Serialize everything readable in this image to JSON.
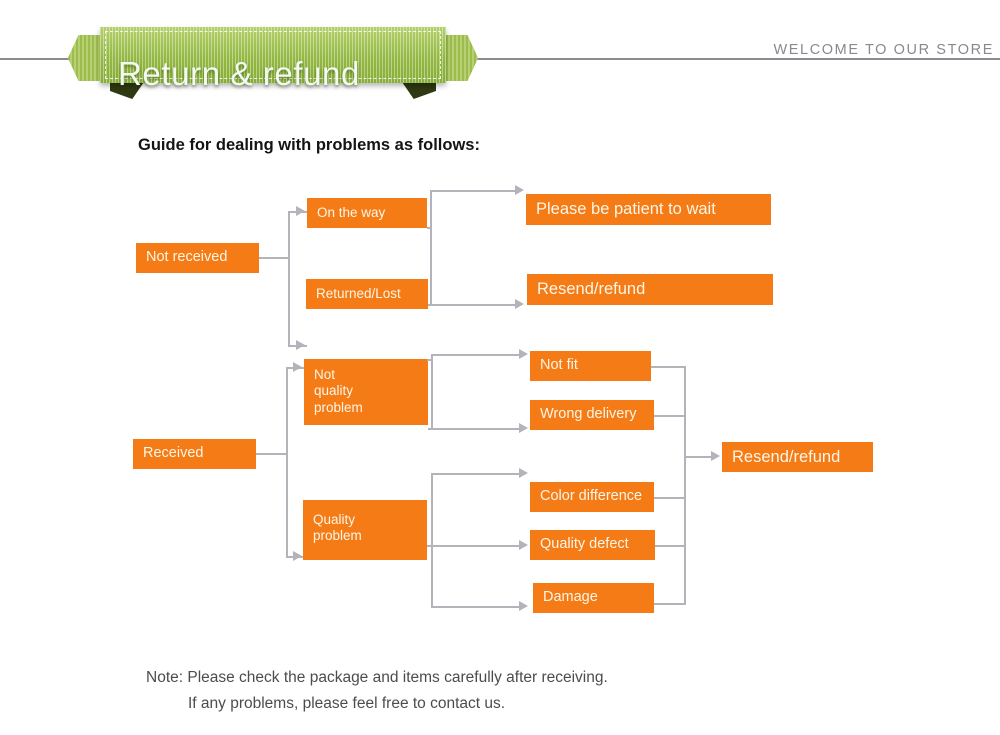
{
  "header": {
    "ribbon_title": "Return & refund",
    "welcome": "WELCOME TO OUR STORE"
  },
  "guide": {
    "title": "Guide for dealing with problems as follows:"
  },
  "note": {
    "line1": "Note: Please check the package and items carefully after receiving.",
    "line2": "If any problems, please feel free to contact us."
  },
  "flow": {
    "not_received": {
      "root": "Not received",
      "branch_on_the_way": "On the way",
      "branch_returned_lost": "Returned/Lost",
      "result_wait": "Please be patient to wait",
      "result_resend": "Resend/refund"
    },
    "received": {
      "root": "Received",
      "branch_not_quality": "Not\nquality\nproblem",
      "branch_quality": "Quality\nproblem",
      "reason_not_fit": "Not fit",
      "reason_wrong_delivery": "Wrong delivery",
      "reason_color_difference": "Color difference",
      "reason_quality_defect": "Quality defect",
      "reason_damage": "Damage",
      "result_resend": "Resend/refund"
    }
  },
  "colors": {
    "box_orange": "#f47b16",
    "box_text": "#fdf6e6",
    "connector_gray": "#b3b3b9",
    "ribbon_green": "#93b844",
    "rule_gray": "#8d8a92"
  }
}
